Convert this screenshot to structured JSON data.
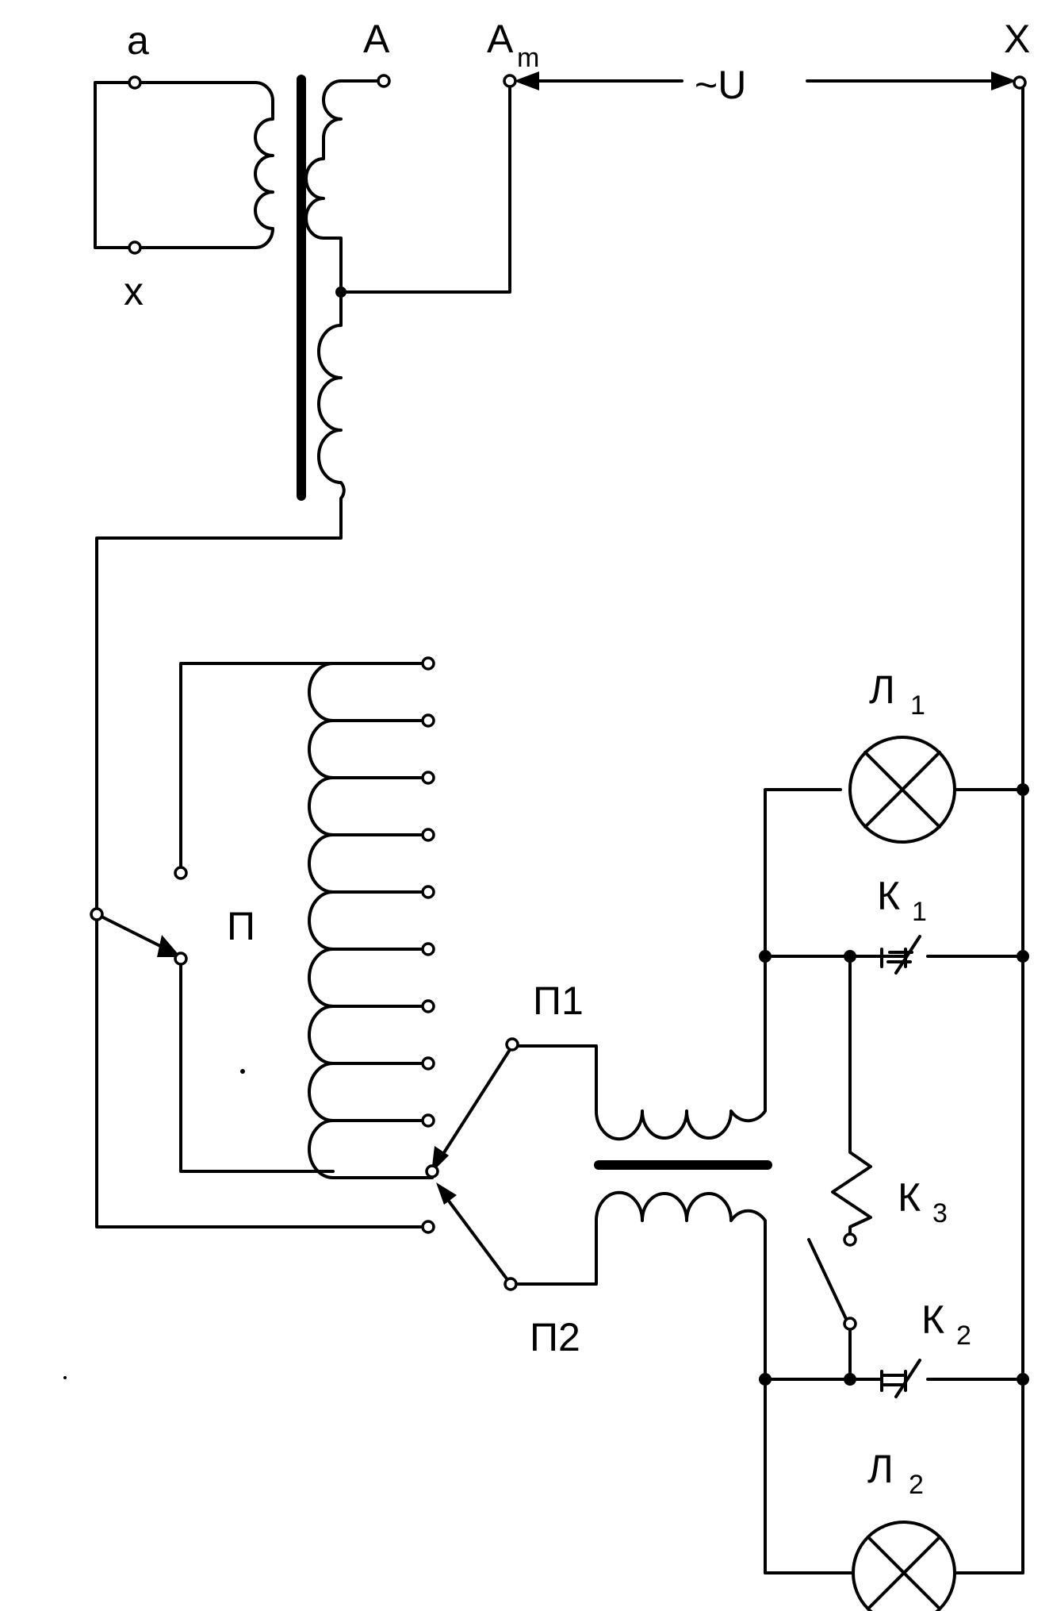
{
  "labels": {
    "a": "a",
    "x": "x",
    "A": "A",
    "Am_main": "A",
    "Am_sub": "m",
    "X": "X",
    "U": "~U",
    "P": "П",
    "P1": "П1",
    "P2": "П2",
    "L1_main": "Л",
    "L1_sub": "1",
    "L2_main": "Л",
    "L2_sub": "2",
    "K1_main": "К",
    "K1_sub": "1",
    "K2_main": "К",
    "K2_sub": "2",
    "K3_main": "К",
    "K3_sub": "3"
  }
}
